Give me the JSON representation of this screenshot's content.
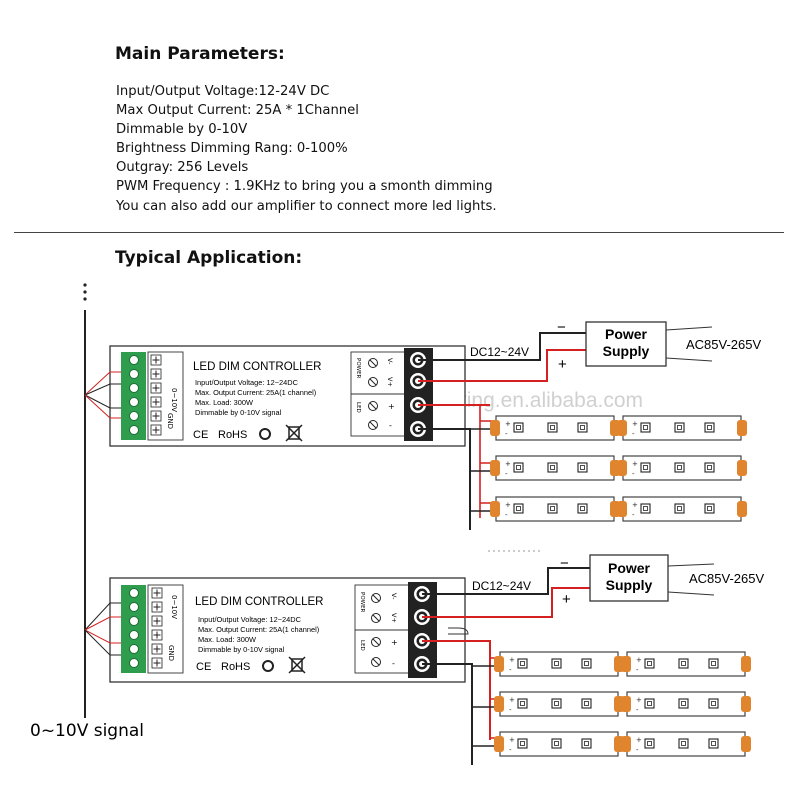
{
  "main_parameters": {
    "heading": "Main Parameters:",
    "lines": [
      "Input/Output Voltage:12-24V DC",
      "Max Output Current: 25A * 1Channel",
      "Dimmable by 0-10V",
      "Brightness Dimming Rang: 0-100%",
      "Outgray: 256 Levels",
      "PWM Frequency : 1.9KHz to bring you a smonth dimming",
      "You can also add our amplifier to connect more led lights."
    ]
  },
  "typical_application": {
    "heading": "Typical Application:",
    "signal_label": "0~10V signal",
    "watermark": "cioonlighting.en.alibaba.com",
    "units": [
      {
        "controller_title": "LED DIM CONTROLLER",
        "spec_lines": [
          "Input/Output Voltage: 12~24DC",
          "Max. Output Current: 25A(1 channel)",
          "Max. Load: 300W",
          "Dimmable by 0-10V signal"
        ],
        "cert_ce": "CE",
        "cert_rohs": "RoHS",
        "input_side": {
          "top_label": "0~10V",
          "bottom_label": "GND"
        },
        "terminal_labels": {
          "power": "POWER",
          "led": "LED",
          "vminus": "V-",
          "vplus": "V+",
          "plus": "+",
          "minus": "-"
        },
        "dc_label": "DC12~24V",
        "psu_line1": "Power",
        "psu_line2": "Supply",
        "minus_sign": "−",
        "plus_sign": "+",
        "ac_label": "AC85V-265V"
      },
      {
        "controller_title": "LED DIM CONTROLLER",
        "spec_lines": [
          "Input/Output Voltage: 12~24DC",
          "Max. Output Current: 25A(1 channel)",
          "Max. Load: 300W",
          "Dimmable by 0-10V signal"
        ],
        "cert_ce": "CE",
        "cert_rohs": "RoHS",
        "input_side": {
          "top_label": "0~10V",
          "bottom_label": "GND"
        },
        "terminal_labels": {
          "power": "POWER",
          "led": "LED",
          "vminus": "V-",
          "vplus": "V+",
          "plus": "+",
          "minus": "-"
        },
        "dc_label": "DC12~24V",
        "psu_line1": "Power",
        "psu_line2": "Supply",
        "minus_sign": "−",
        "plus_sign": "+",
        "ac_label": "AC85V-265V"
      }
    ]
  },
  "colors": {
    "wire_red": "#d42020",
    "terminal_green": "#2e9e4e",
    "strip_pad": "#e0852d",
    "dark": "#222222"
  }
}
